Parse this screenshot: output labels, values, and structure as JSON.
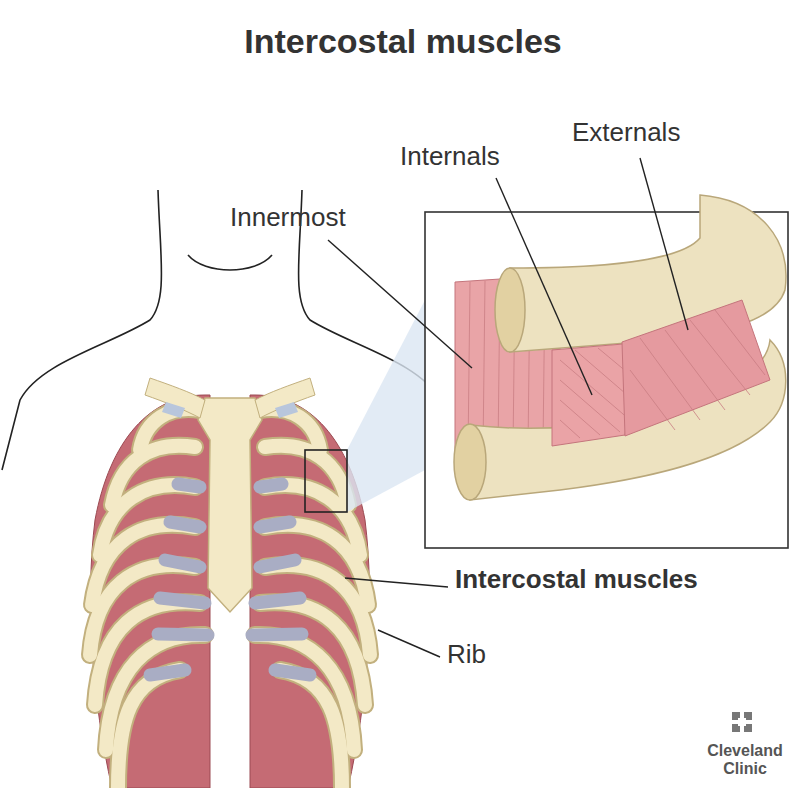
{
  "diagram": {
    "title": "Intercostal muscles",
    "labels": [
      "Innermost",
      "Internals",
      "Externals",
      "Intercostal muscles",
      "Rib",
      "Cleveland Clinic"
    ]
  }
}
